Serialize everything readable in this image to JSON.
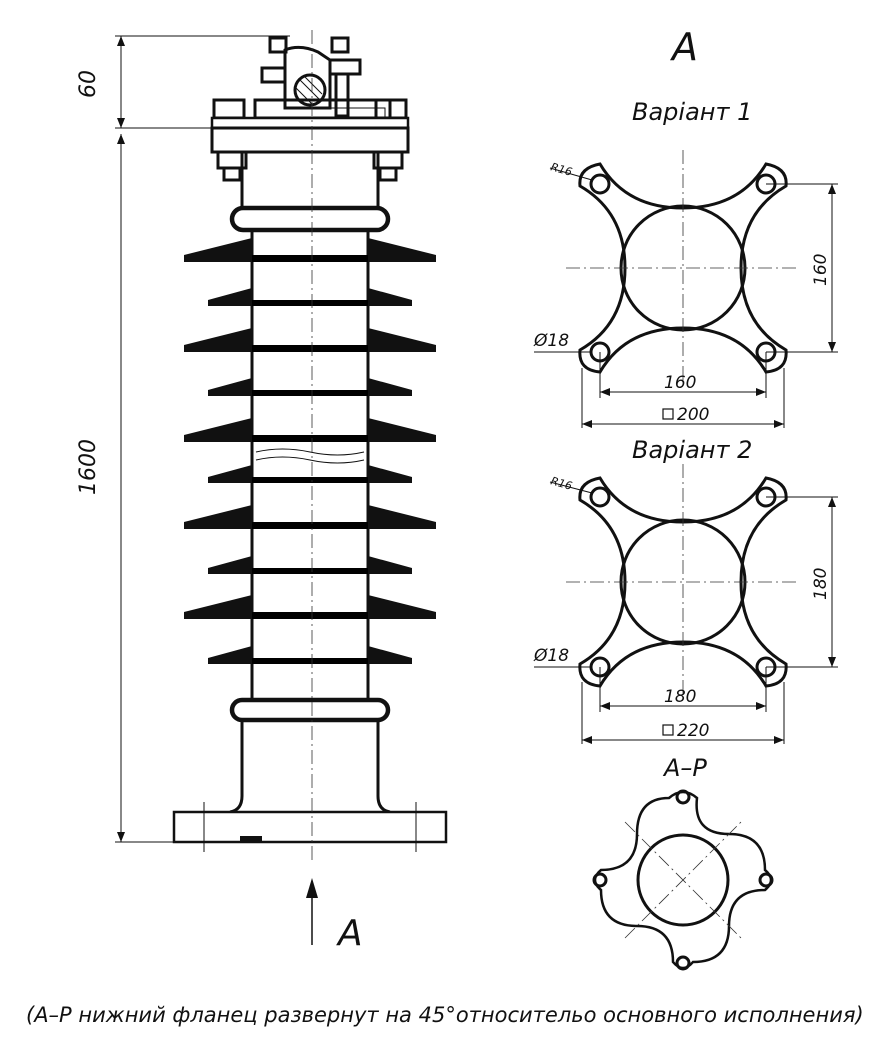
{
  "dimensions": {
    "top_height": "60",
    "total_height": "1600"
  },
  "view": {
    "title": "A",
    "arrow_label": "A"
  },
  "variant1": {
    "title": "Варіант 1",
    "radius": "R16",
    "hole": "Ø18",
    "bolt_spacing_v": "160",
    "bolt_spacing_h": "160",
    "square": "200"
  },
  "variant2": {
    "title": "Варіант 2",
    "radius": "R16",
    "hole": "Ø18",
    "bolt_spacing_v": "180",
    "bolt_spacing_h": "180",
    "square": "220"
  },
  "ap": {
    "title": "А–Р"
  },
  "footnote": "(А–Р нижний фланец развернут на 45°относительо основного исполнения)"
}
